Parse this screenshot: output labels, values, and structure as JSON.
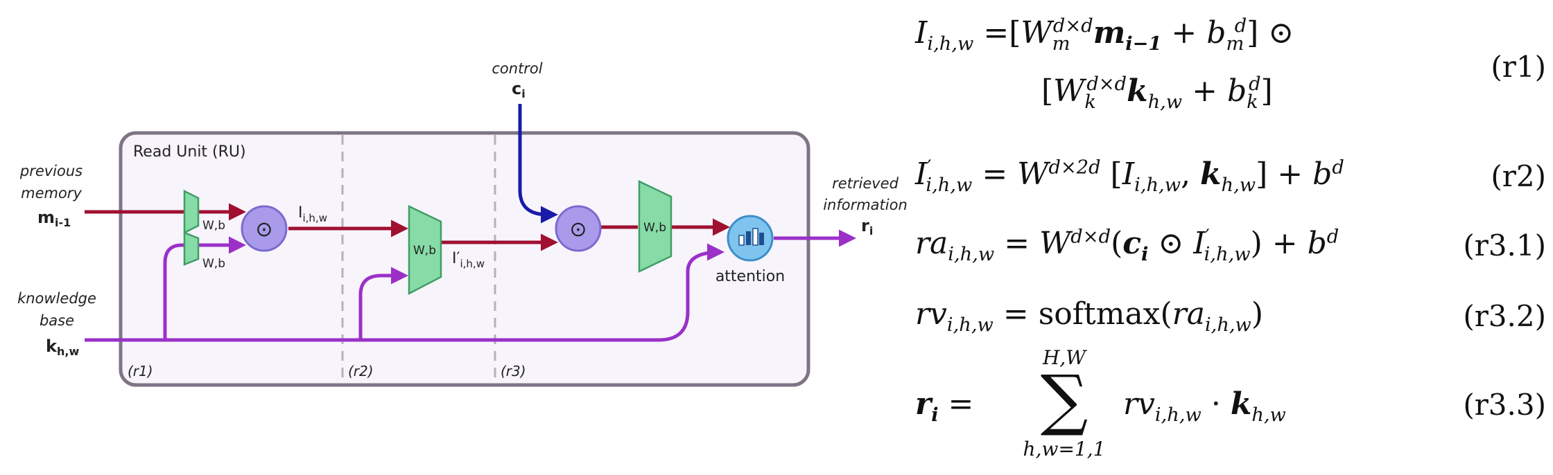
{
  "diagram": {
    "unit_title": "Read Unit (RU)",
    "inputs": {
      "memory_caption_1": "previous",
      "memory_caption_2": "memory",
      "memory_symbol": "m",
      "memory_sub": "i-1",
      "kb_caption_1": "knowledge",
      "kb_caption_2": "base",
      "kb_symbol": "k",
      "kb_sub": "h,w",
      "control_caption": "control",
      "control_symbol": "c",
      "control_sub": "i"
    },
    "output": {
      "caption_1": "retrieved",
      "caption_2": "information",
      "symbol": "r",
      "sub": "i"
    },
    "linear_label": "W,b",
    "product_symbol": "⊙",
    "wire_labels": {
      "interaction": "I",
      "interaction_sub": "i,h,w",
      "interaction2": "I′",
      "interaction2_sub": "i,h,w"
    },
    "attention_label": "attention",
    "sections": [
      "(r1)",
      "(r2)",
      "(r3)"
    ],
    "colors": {
      "memory": "#a01030",
      "knowledge": "#9b30c8",
      "control": "#1a1aa8",
      "linear": "#86dba6",
      "product": "#a99bea",
      "attention": "#7ec4ef",
      "unit_border": "#7d7585",
      "unit_fill": "#f7f4fb"
    }
  },
  "equations": [
    {
      "id": "r1",
      "number": "(r1)",
      "line1": "I_{i,h,w} = [W_m^{d×d} m_{i−1} + b_m^d] ⊙",
      "line2": "[W_k^{d×d} k_{h,w} + b_k^d]"
    },
    {
      "id": "r2",
      "number": "(r2)",
      "text": "I′_{i,h,w} = W^{d×2d} [I_{i,h,w}, k_{h,w}] + b^d"
    },
    {
      "id": "r3_1",
      "number": "(r3.1)",
      "text": "ra_{i,h,w} = W^{d×d}(c_i ⊙ I′_{i,h,w}) + b^d"
    },
    {
      "id": "r3_2",
      "number": "(r3.2)",
      "text": "rv_{i,h,w} = softmax(ra_{i,h,w})",
      "softmax": "softmax"
    },
    {
      "id": "r3_3",
      "number": "(r3.3)",
      "text": "r_i = Σ_{h,w=1,1}^{H,W} rv_{i,h,w} · k_{h,w}",
      "sum_upper": "H,W",
      "sum_lower": "h,w=1,1",
      "sigma": "∑"
    }
  ]
}
